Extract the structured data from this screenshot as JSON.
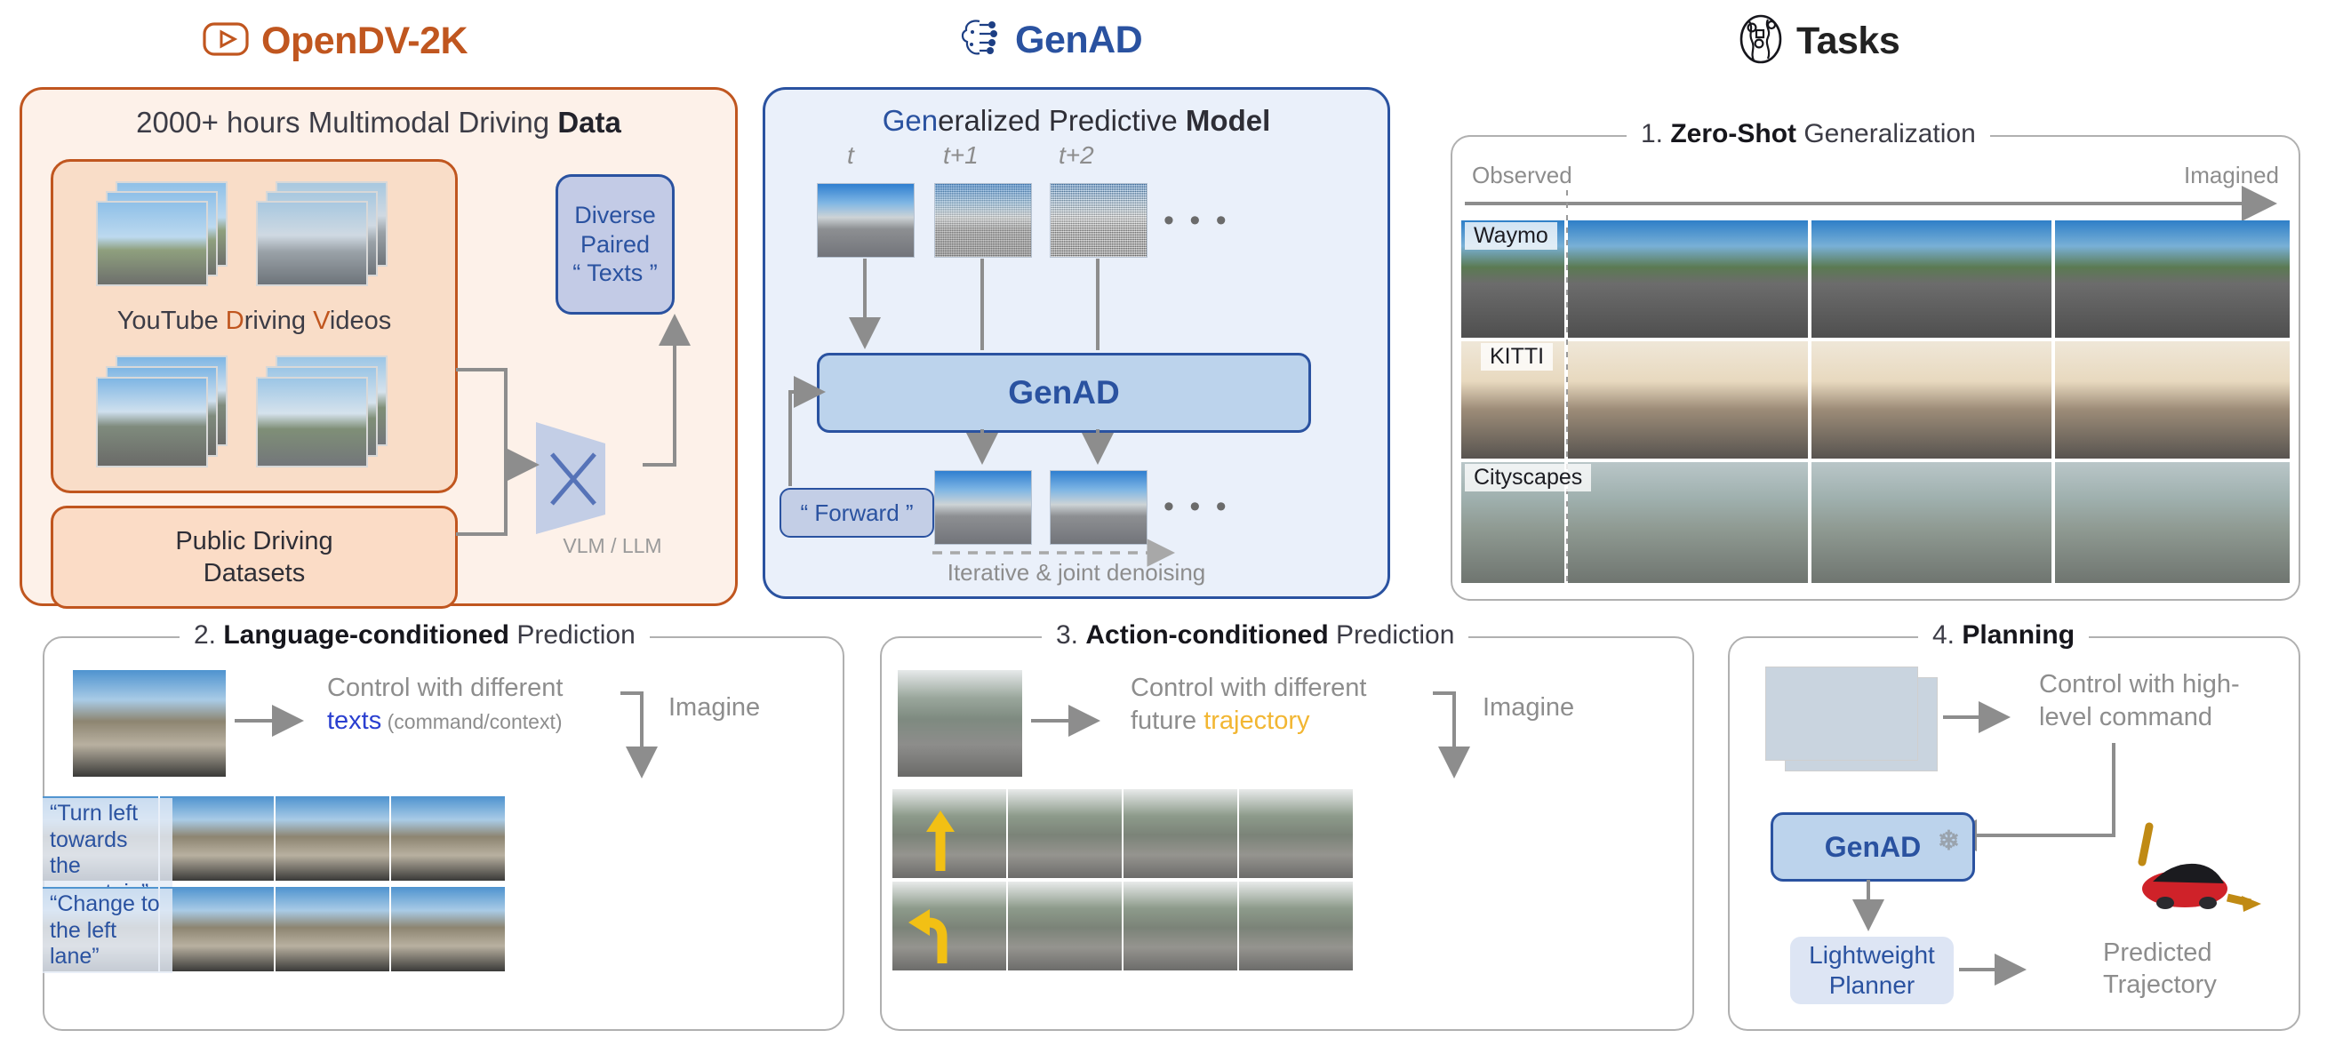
{
  "headers": {
    "opendv": {
      "label": "OpenDV-2K",
      "icon": "youtube-play-icon",
      "color": "#c0561f"
    },
    "genad": {
      "label": "GenAD",
      "icon": "brain-circuit-icon",
      "color": "#2a52a0"
    },
    "tasks": {
      "label": "Tasks",
      "icon": "globe-icon",
      "color": "#222222"
    }
  },
  "opendv": {
    "title_plain": "2000+ hours Multimodal Driving ",
    "title_bold": "Data",
    "youtube_label_1": "YouTube ",
    "youtube_label_d": "D",
    "youtube_label_2": "riving ",
    "youtube_label_v": "V",
    "youtube_label_3": "ideos",
    "public_datasets": "Public Driving\nDatasets",
    "diverse_texts": "Diverse\nPaired\n“ Texts ”",
    "vlm_llm": "VLM / LLM"
  },
  "genad": {
    "title_blue": "Gen",
    "title_mid": "eralized Predictive ",
    "title_bold": "Model",
    "timesteps": [
      "t",
      "t+1",
      "t+2"
    ],
    "box_label": "GenAD",
    "forward_label": "“ Forward ”",
    "denoising_caption": "Iterative & joint denoising",
    "ellipsis": "• • •"
  },
  "tasks": [
    {
      "number": "1. ",
      "title_bold": "Zero-Shot",
      "title_rest": " Generalization",
      "observed": "Observed",
      "imagined": "Imagined",
      "rows": [
        "Waymo",
        "KITTI",
        "Cityscapes"
      ]
    },
    {
      "number": "2. ",
      "title_bold": "Language-conditioned",
      "title_rest": " Prediction",
      "control_line1": "Control with different",
      "control_key": "texts",
      "control_note": " (command/context)",
      "imagine": "Imagine",
      "quotes": [
        "“Turn left towards\nthe mountain”",
        "“Change to\nthe left lane”"
      ]
    },
    {
      "number": "3. ",
      "title_bold": "Action-conditioned",
      "title_rest": " Prediction",
      "control_line1": "Control with different",
      "control_line2_pre": "future ",
      "control_key": "trajectory",
      "imagine": "Imagine",
      "actions": [
        "straight-arrow",
        "left-turn-arrow"
      ]
    },
    {
      "number": "4. ",
      "title_bold": "Planning",
      "title_rest": "",
      "control_line1": "Control with high-",
      "control_line2": "level command",
      "genad_label": "GenAD",
      "frozen_icon": "snowflake-icon",
      "planner_label": "Lightweight\nPlanner",
      "output_label": "Predicted\nTrajectory"
    }
  ],
  "colors": {
    "orange": "#c0561f",
    "blue": "#2a52a0",
    "peach_bg": "#fdf1e9",
    "peach_inner": "#f9ddc8",
    "blue_bg": "#eaf0fa",
    "blue_box": "#bcd3ec",
    "gray_text": "#8d8d8d",
    "yellow": "#f2b632"
  }
}
